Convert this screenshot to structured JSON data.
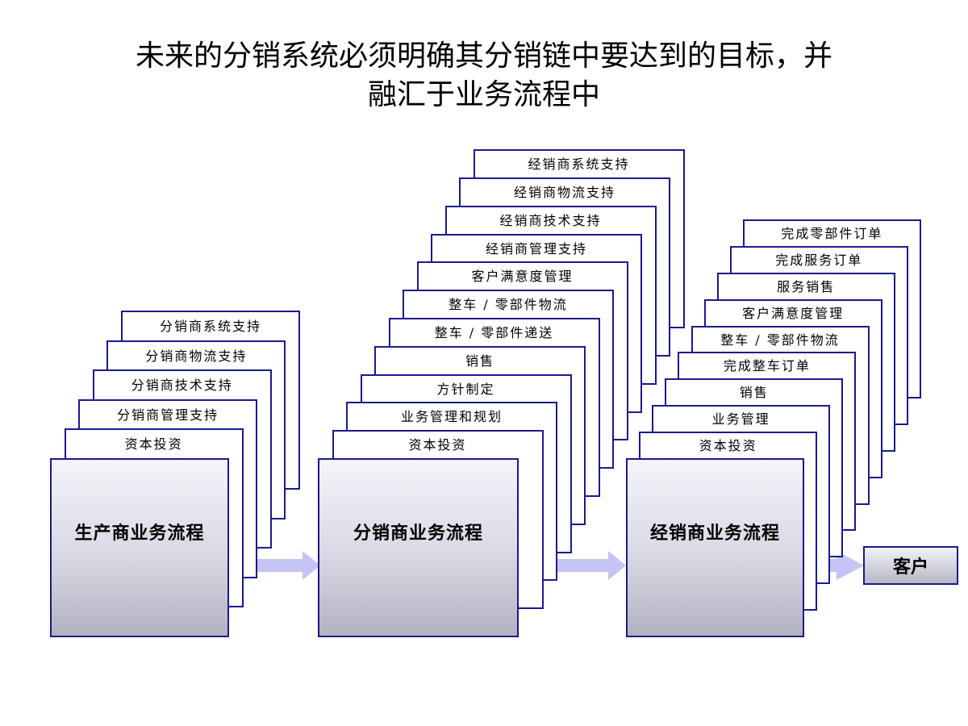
{
  "title": {
    "line1": "未来的分销系统必须明确其分销链中要达到的目标，并",
    "line2": "融汇于业务流程中"
  },
  "stacks": [
    {
      "process_label": "生产商业务流程",
      "cards": [
        "资本投资",
        "分销商管理支持",
        "分销商技术支持",
        "分销商物流支持",
        "分销商系统支持"
      ]
    },
    {
      "process_label": "分销商业务流程",
      "cards": [
        "资本投资",
        "业务管理和规划",
        "方针制定",
        "销售",
        "整车 / 零部件递送",
        "整车 / 零部件物流",
        "客户满意度管理",
        "经销商管理支持",
        "经销商技术支持",
        "经销商物流支持",
        "经销商系统支持"
      ]
    },
    {
      "process_label": "经销商业务流程",
      "cards": [
        "资本投资",
        "业务管理",
        "销售",
        "完成整车订单",
        "整车 / 零部件物流",
        "客户满意度管理",
        "服务销售",
        "完成服务订单",
        "完成零部件订单"
      ]
    }
  ],
  "customer": {
    "label": "客户"
  },
  "colors": {
    "border": "#1a1a8c",
    "arrow": "#c4c4f6"
  }
}
